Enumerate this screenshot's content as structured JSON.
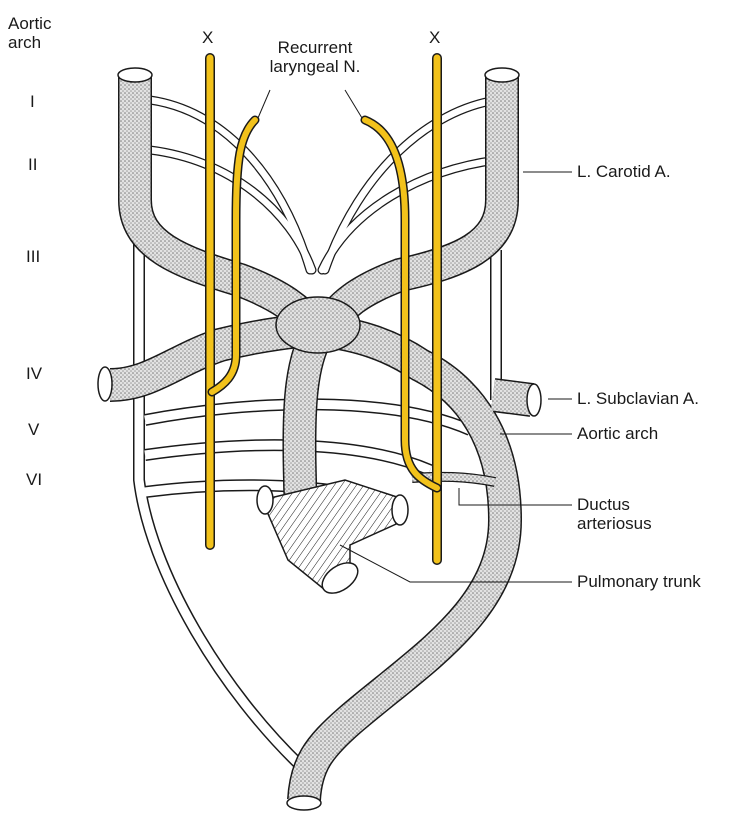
{
  "labels": {
    "aortic_arch_heading": "Aortic\narch",
    "arch_I": "I",
    "arch_II": "II",
    "arch_III": "III",
    "arch_IV": "IV",
    "arch_V": "V",
    "arch_VI": "VI",
    "vagus_left": "X",
    "vagus_right": "X",
    "recurrent_laryngeal": "Recurrent\nlaryngeal N.",
    "l_carotid": "L. Carotid A.",
    "l_subclavian": "L. Subclavian A.",
    "aortic_arch": "Aortic arch",
    "ductus_arteriosus": "Ductus\narteriosus",
    "pulmonary_trunk": "Pulmonary trunk"
  },
  "colors": {
    "nerve": "#f2c21b",
    "vessel_fill": "#c9c9c9",
    "outline": "#1a1a1a"
  }
}
